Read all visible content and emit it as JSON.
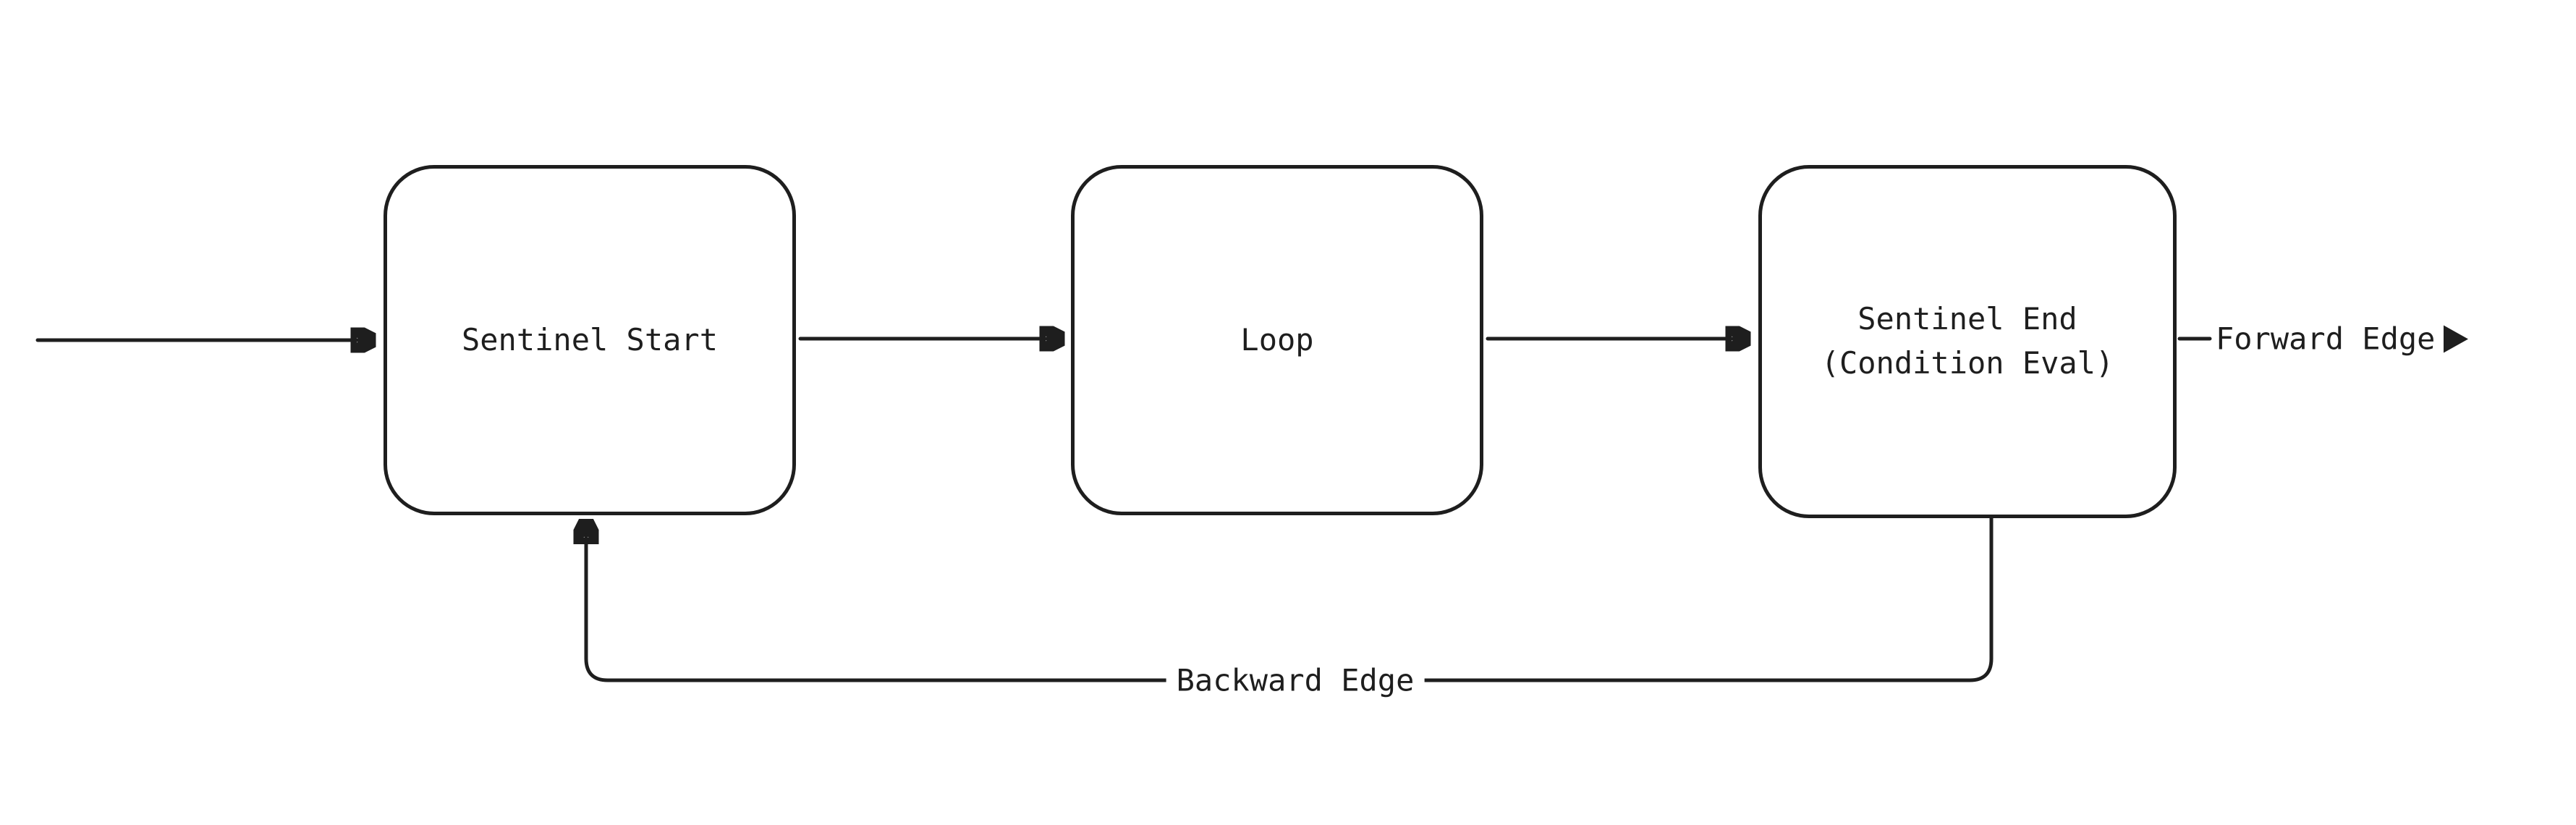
{
  "colors": {
    "stroke": "#1e1e1e",
    "background": "#ffffff"
  },
  "diagram": {
    "nodes": {
      "sentinel_start": {
        "label": "Sentinel Start"
      },
      "loop": {
        "label": "Loop"
      },
      "sentinel_end": {
        "label": "Sentinel End\n(Condition Eval)"
      }
    },
    "edges": {
      "forward": {
        "label": "Forward Edge"
      },
      "backward": {
        "label": "Backward Edge"
      }
    }
  }
}
